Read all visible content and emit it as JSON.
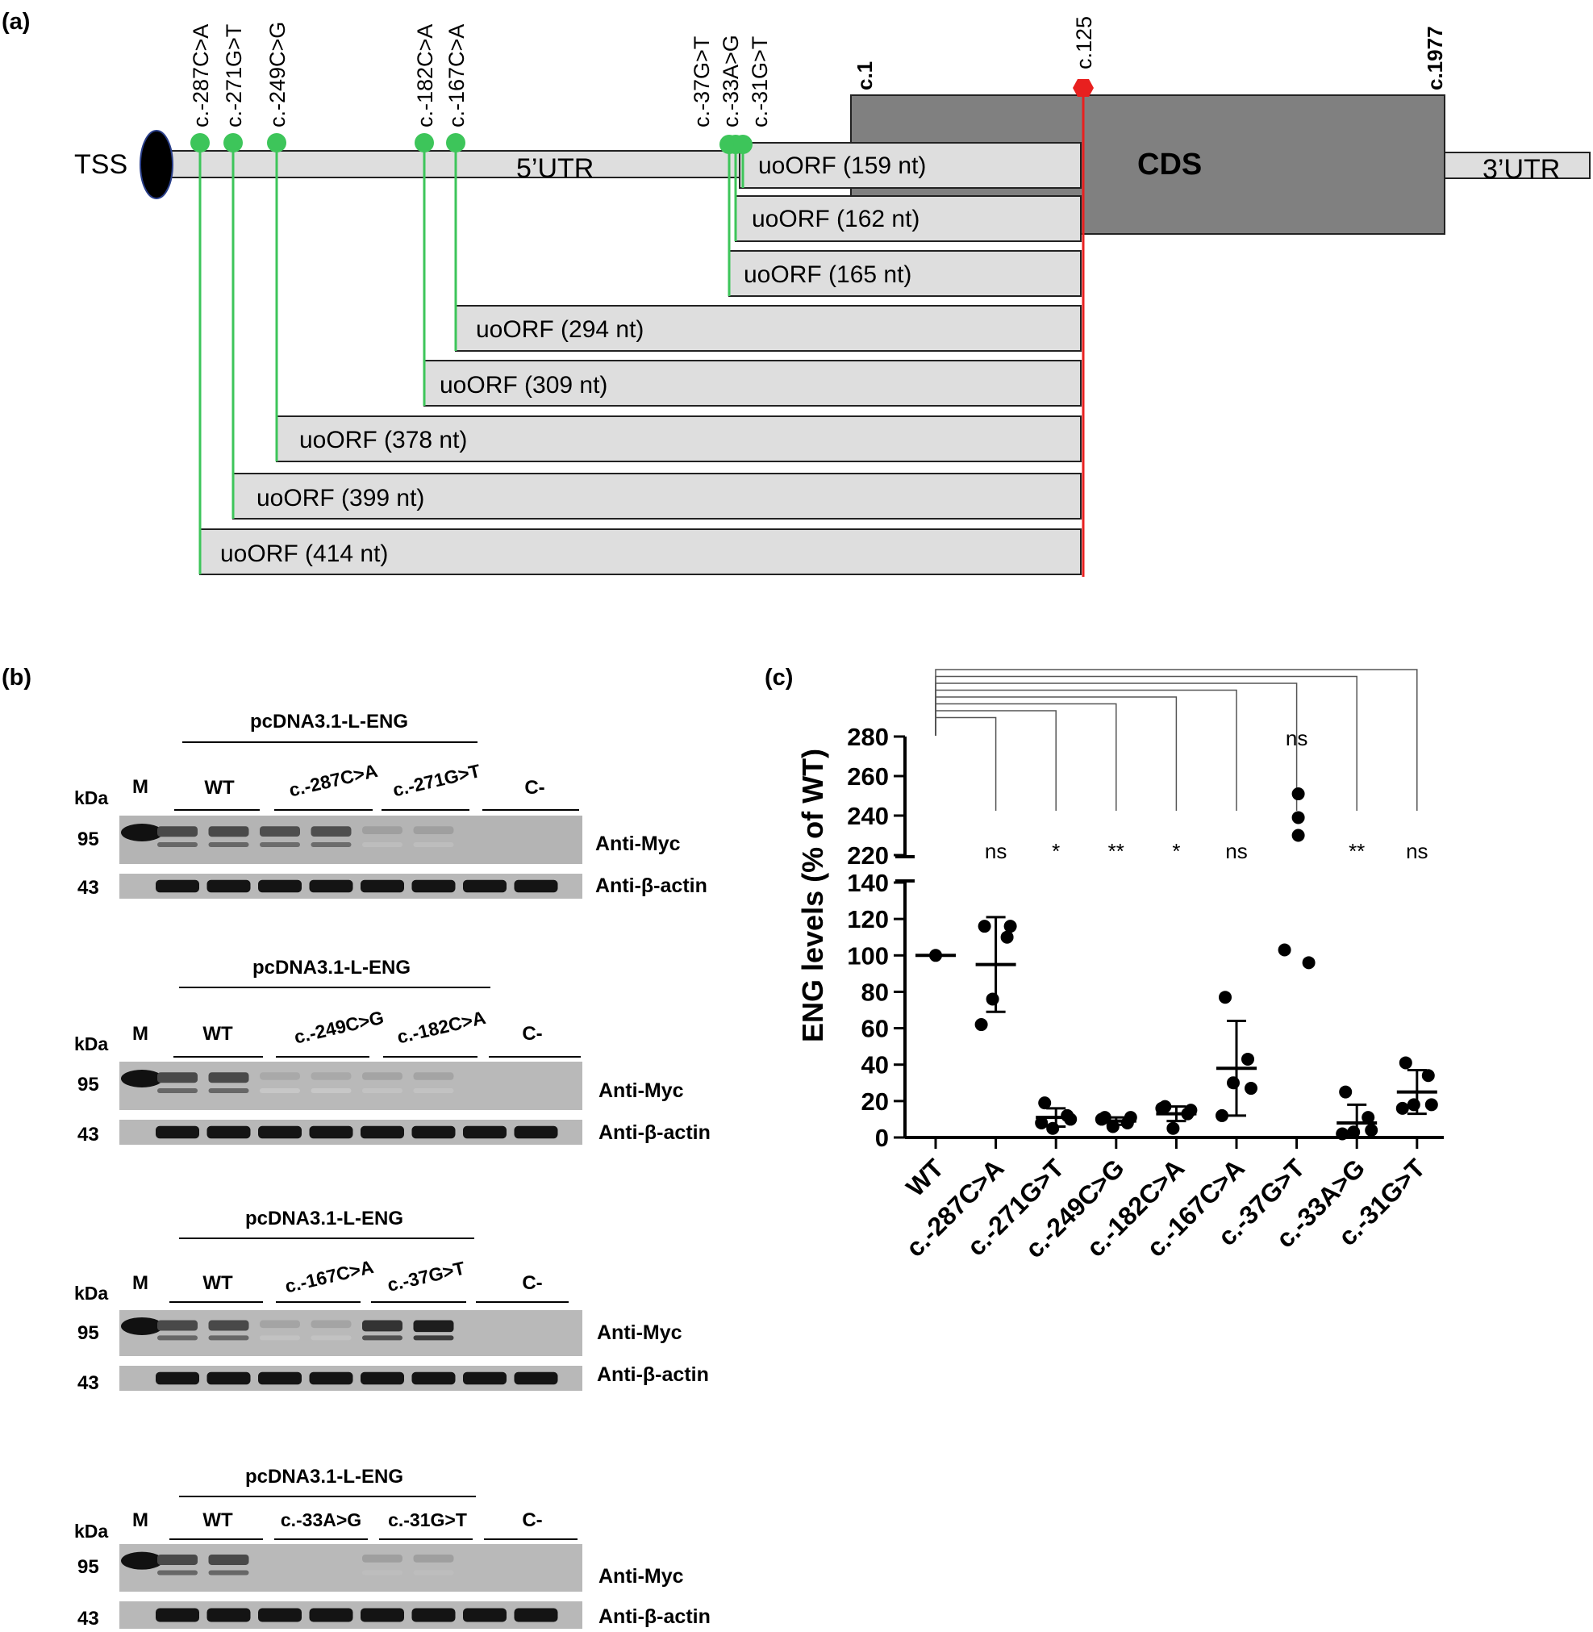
{
  "panel_labels": {
    "a": "(a)",
    "b": "(b)",
    "c": "(c)"
  },
  "panel_a": {
    "tss": "TSS",
    "utr5": "5’UTR",
    "cds": "CDS",
    "utr3": "3’UTR",
    "c1": "c.1",
    "c1977": "c.1977",
    "c125": "c.125",
    "variants": [
      "c.-287C>A",
      "c.-271G>T",
      "c.-249C>G",
      "c.-182C>A",
      "c.-167C>A",
      "c.-37G>T",
      "c.-33A>G",
      "c.-31G>T"
    ],
    "uorfs": [
      "uoORF (159 nt)",
      "uoORF (162 nt)",
      "uoORF (165 nt)",
      "uoORF (294 nt)",
      "uoORF (309 nt)",
      "uoORF (378 nt)",
      "uoORF (399 nt)",
      "uoORF (414 nt)"
    ],
    "colors": {
      "variant": "#3dc55a",
      "stop": "#e8201f",
      "cds": "#808080",
      "utr": "#dedede"
    }
  },
  "panel_b": {
    "blots": [
      {
        "title": "pcDNA3.1-L-ENG",
        "kda": "kDa",
        "m": "M",
        "groups": [
          "WT",
          "c.-287C>A",
          "c.-271G>T",
          "C-"
        ],
        "mw_top": "95",
        "mw_bottom": "43",
        "ab_top": "Anti-Myc",
        "ab_bottom": "Anti-β-actin"
      },
      {
        "title": "pcDNA3.1-L-ENG",
        "kda": "kDa",
        "m": "M",
        "groups": [
          "WT",
          "c.-249C>G",
          "c.-182C>A",
          "C-"
        ],
        "mw_top": "95",
        "mw_bottom": "43",
        "ab_top": "Anti-Myc",
        "ab_bottom": "Anti-β-actin"
      },
      {
        "title": "pcDNA3.1-L-ENG",
        "kda": "kDa",
        "m": "M",
        "groups": [
          "WT",
          "c.-167C>A",
          "c.-37G>T",
          "C-"
        ],
        "mw_top": "95",
        "mw_bottom": "43",
        "ab_top": "Anti-Myc",
        "ab_bottom": "Anti-β-actin"
      },
      {
        "title": "pcDNA3.1-L-ENG",
        "kda": "kDa",
        "m": "M",
        "groups": [
          "WT",
          "c.-33A>G",
          "c.-31G>T",
          "C-"
        ],
        "mw_top": "95",
        "mw_bottom": "43",
        "ab_top": "Anti-Myc",
        "ab_bottom": "Anti-β-actin"
      }
    ],
    "band_levels_top": [
      [
        1,
        1,
        0.95,
        0.95,
        0.2,
        0.2,
        0,
        0
      ],
      [
        1,
        1,
        0.1,
        0.1,
        0.15,
        0.15,
        0,
        0
      ],
      [
        1,
        1,
        0.15,
        0.15,
        1.2,
        1.4,
        0,
        0
      ],
      [
        1,
        1,
        0,
        0,
        0.2,
        0.2,
        0,
        0
      ]
    ]
  },
  "chart_data": {
    "type": "scatter",
    "ylabel": "ENG levels (% of WT)",
    "categories": [
      "WT",
      "c.-287C>A",
      "c.-271G>T",
      "c.-249C>G",
      "c.-182C>A",
      "c.-167C>A",
      "c.-37G>T",
      "c.-33A>G",
      "c.-31G>T"
    ],
    "points": [
      [
        100
      ],
      [
        116,
        110,
        76,
        62,
        116
      ],
      [
        19,
        12,
        5,
        8,
        10
      ],
      [
        11,
        8,
        6,
        10,
        11
      ],
      [
        17,
        13,
        5,
        16,
        15
      ],
      [
        77,
        43,
        30,
        12,
        27
      ],
      [
        251,
        239,
        230,
        103,
        96
      ],
      [
        25,
        11,
        3,
        2,
        4
      ],
      [
        41,
        34,
        18,
        16,
        18
      ]
    ],
    "mean": [
      100,
      95,
      11,
      9,
      13,
      38,
      null,
      8,
      25
    ],
    "sd": [
      0,
      26,
      5,
      2,
      4,
      26,
      null,
      10,
      12
    ],
    "significance": [
      "",
      "ns",
      "*",
      "**",
      "*",
      "ns",
      "ns",
      "**",
      "ns"
    ],
    "ylim": [
      0,
      280
    ],
    "axis_break": [
      140,
      220
    ],
    "yticks_lower": [
      "0",
      "20",
      "40",
      "60",
      "80",
      "100",
      "120",
      "140"
    ],
    "yticks_upper": [
      "220",
      "240",
      "260",
      "280"
    ]
  }
}
